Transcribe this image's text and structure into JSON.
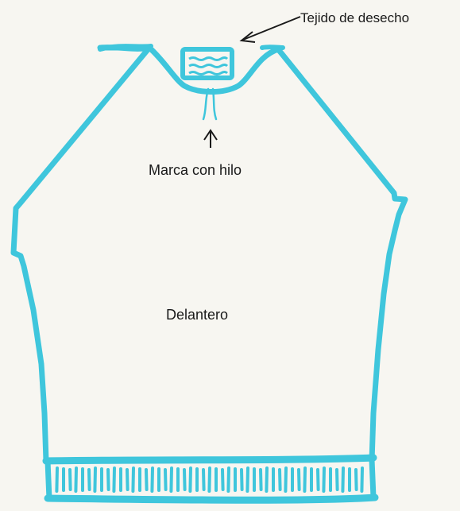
{
  "labels": {
    "waste_yarn": "Tejido de desecho",
    "thread_marker": "Marca con hilo",
    "front": "Delantero"
  },
  "colors": {
    "yarn": "#3fc6dc",
    "ink": "#1a1a1a",
    "paper": "#f7f6f1"
  }
}
